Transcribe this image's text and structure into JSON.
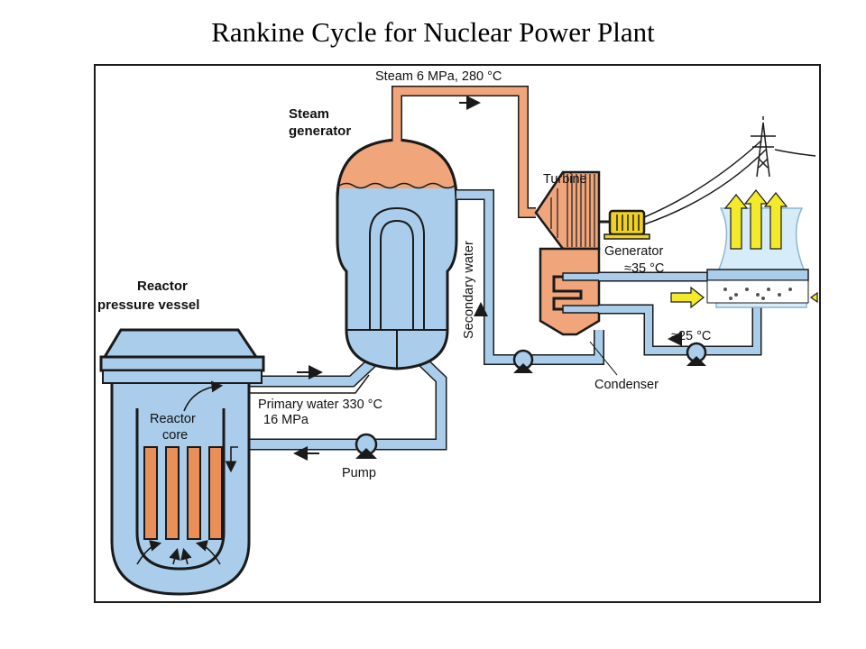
{
  "title": "Rankine Cycle for Nuclear Power Plant",
  "colors": {
    "water": "#a9cdea",
    "steam": "#f0a57a",
    "rod": "#eb8f58",
    "outline": "#1a1a1a",
    "arrow_yellow": "#f2ea2a",
    "generator": "#f0d21e"
  },
  "labels": {
    "steam_line": "Steam 6 MPa, 280 °C",
    "steam_generator_line1": "Steam",
    "steam_generator_line2": "generator",
    "turbine": "Turbine",
    "generator": "Generator",
    "temp_35": "≈35 °C",
    "temp_25": "≈25 °C",
    "condenser": "Condenser",
    "secondary_water": "Secondary water",
    "reactor_vessel_line1": "Reactor",
    "reactor_vessel_line2": "pressure vessel",
    "reactor_core_line1": "Reactor",
    "reactor_core_line2": "core",
    "primary_water_line1": "Primary water 330 °C",
    "primary_water_line2": "16 MPa",
    "pump": "Pump"
  }
}
